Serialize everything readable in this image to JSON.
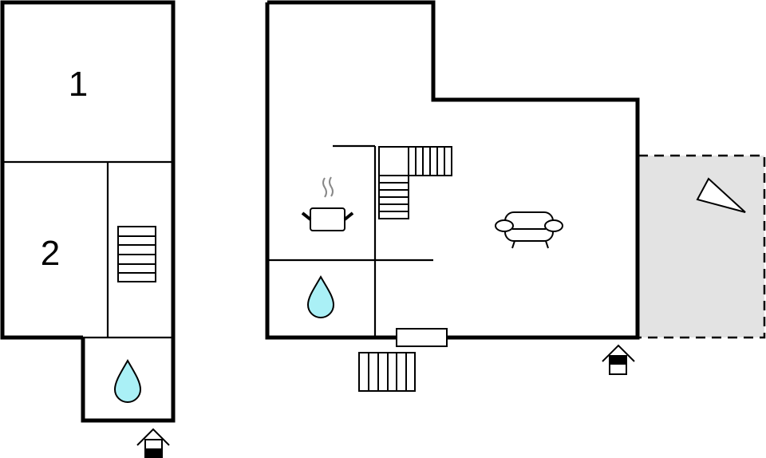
{
  "floorplan": {
    "colors": {
      "wall": "#000000",
      "water": "#aaf0f6",
      "terrace": "#e3e3e3",
      "background": "#ffffff",
      "steam": "#888888"
    },
    "left_building": {
      "rooms": [
        {
          "id": "room-1",
          "label": "1",
          "type": "bedroom"
        },
        {
          "id": "room-2",
          "label": "2",
          "type": "bedroom"
        }
      ],
      "icons": [
        "stairs-icon",
        "bathroom-water-drop-icon",
        "entrance-icon"
      ]
    },
    "right_building": {
      "icons": [
        "kitchen-pot-icon",
        "staircase-l-icon",
        "living-room-sofa-icon",
        "bathroom-water-drop-icon",
        "window-icon",
        "outdoor-stairs-icon",
        "entrance-icon"
      ]
    },
    "terrace": {
      "icons": [
        "terrace-triangle-icon"
      ]
    }
  }
}
